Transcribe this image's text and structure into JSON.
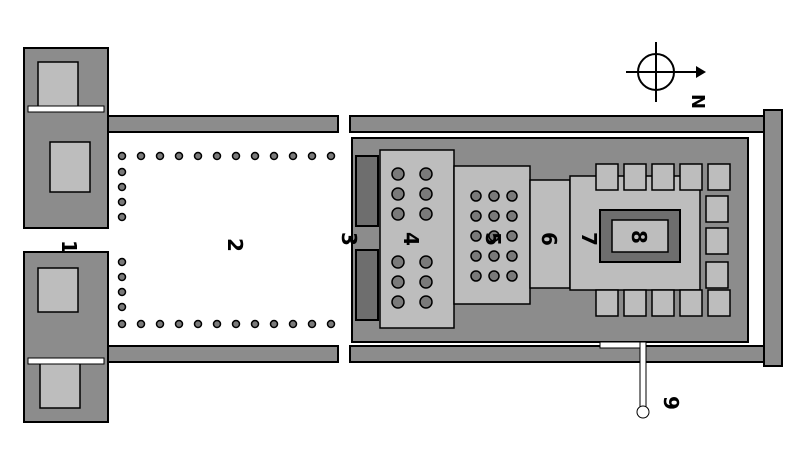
{
  "plan": {
    "labels": [
      {
        "id": "pylon",
        "text": "1"
      },
      {
        "id": "court",
        "text": "2"
      },
      {
        "id": "portico",
        "text": "3"
      },
      {
        "id": "hypostyle-outer",
        "text": "4"
      },
      {
        "id": "hypostyle-inner",
        "text": "5"
      },
      {
        "id": "offering-hall",
        "text": "6"
      },
      {
        "id": "vestibule",
        "text": "7"
      },
      {
        "id": "sanctuary",
        "text": "8"
      },
      {
        "id": "nilometer",
        "text": "9"
      }
    ],
    "compass": {
      "direction_label": "N"
    }
  }
}
